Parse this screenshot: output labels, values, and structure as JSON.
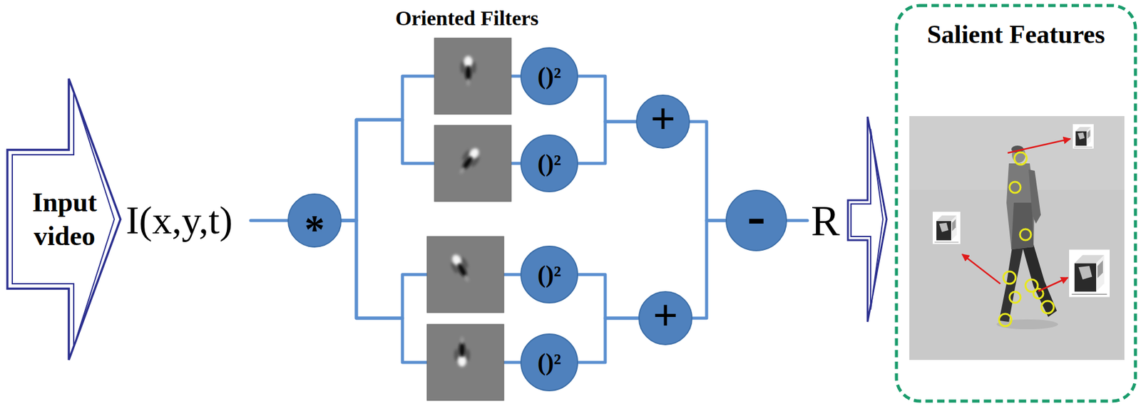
{
  "diagram": {
    "nodes": [
      {
        "text": [
          "Input video"
        ]
      },
      {
        "text": [
          "*"
        ]
      },
      {
        "text": [
          "()²"
        ]
      },
      {
        "text": [
          "()²"
        ]
      },
      {
        "text": [
          "()²"
        ]
      },
      {
        "text": [
          "()²"
        ]
      },
      {
        "text": [
          "+"
        ]
      },
      {
        "text": [
          "+"
        ]
      },
      {
        "text": [
          "-"
        ]
      },
      {
        "text": [
          "Salient Features"
        ]
      }
    ],
    "edges": [
      {
        "from": 1,
        "to": 2,
        "arrow": "none"
      },
      {
        "from": 1,
        "to": 3,
        "arrow": "none"
      },
      {
        "from": 1,
        "to": 4,
        "arrow": "none"
      },
      {
        "from": 1,
        "to": 5,
        "arrow": "none"
      },
      {
        "from": 2,
        "to": 6,
        "arrow": "none"
      },
      {
        "from": 3,
        "to": 6,
        "arrow": "none"
      },
      {
        "from": 4,
        "to": 7,
        "arrow": "none"
      },
      {
        "from": 5,
        "to": 7,
        "arrow": "none"
      },
      {
        "from": 6,
        "to": 8,
        "arrow": "none"
      },
      {
        "from": 7,
        "to": 8,
        "arrow": "none"
      }
    ],
    "labels": [
      "I(x,y,t)",
      "Oriented Filters",
      "R"
    ]
  }
}
